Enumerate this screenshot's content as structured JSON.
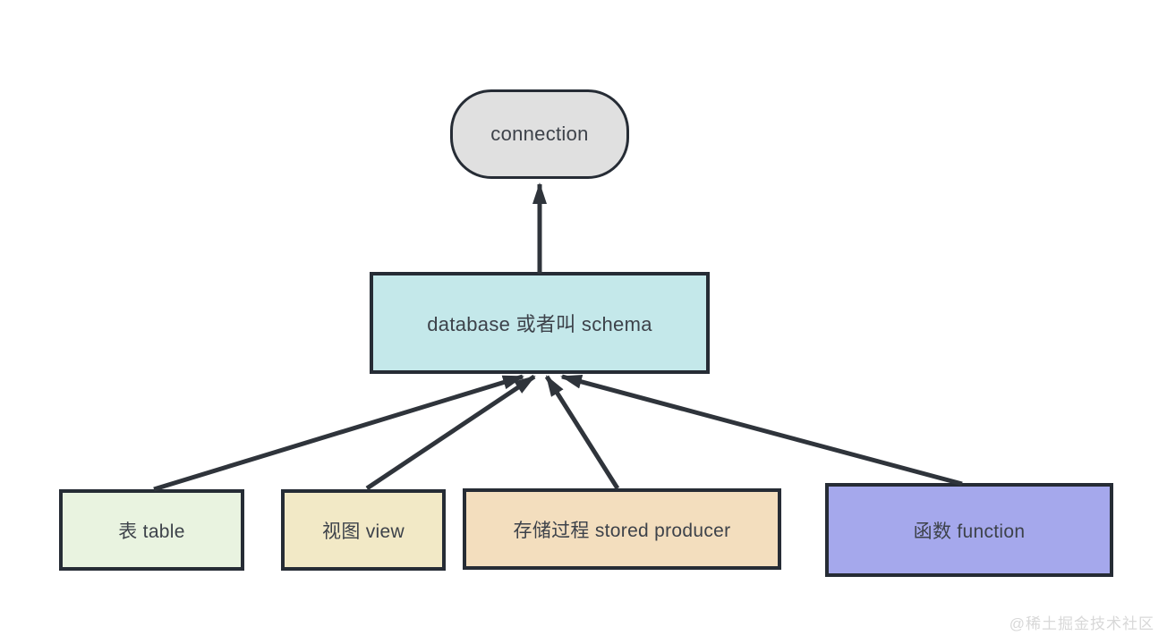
{
  "diagram": {
    "title_hint": "database concept hierarchy",
    "stroke_color": "#2f343b",
    "border_color": "#262c35",
    "text_color": "#3d424a",
    "nodes": {
      "connection": {
        "label": "connection",
        "fill": "#e0e0e0",
        "shape": "rounded"
      },
      "database": {
        "label": "database 或者叫 schema",
        "fill": "#c4e8ea",
        "shape": "rect"
      },
      "table": {
        "label": "表 table",
        "fill": "#e9f3e0",
        "shape": "rect"
      },
      "view": {
        "label": "视图 view",
        "fill": "#f2e9c6",
        "shape": "rect"
      },
      "stored_procedure": {
        "label": "存储过程 stored producer",
        "fill": "#f3debe",
        "shape": "rect"
      },
      "function": {
        "label": "函数 function",
        "fill": "#a5a8ec",
        "shape": "rect"
      }
    },
    "edges": [
      {
        "from": "database",
        "to": "connection"
      },
      {
        "from": "table",
        "to": "database"
      },
      {
        "from": "view",
        "to": "database"
      },
      {
        "from": "stored_procedure",
        "to": "database"
      },
      {
        "from": "function",
        "to": "database"
      }
    ]
  },
  "watermark": {
    "text": "@稀土掘金技术社区"
  }
}
